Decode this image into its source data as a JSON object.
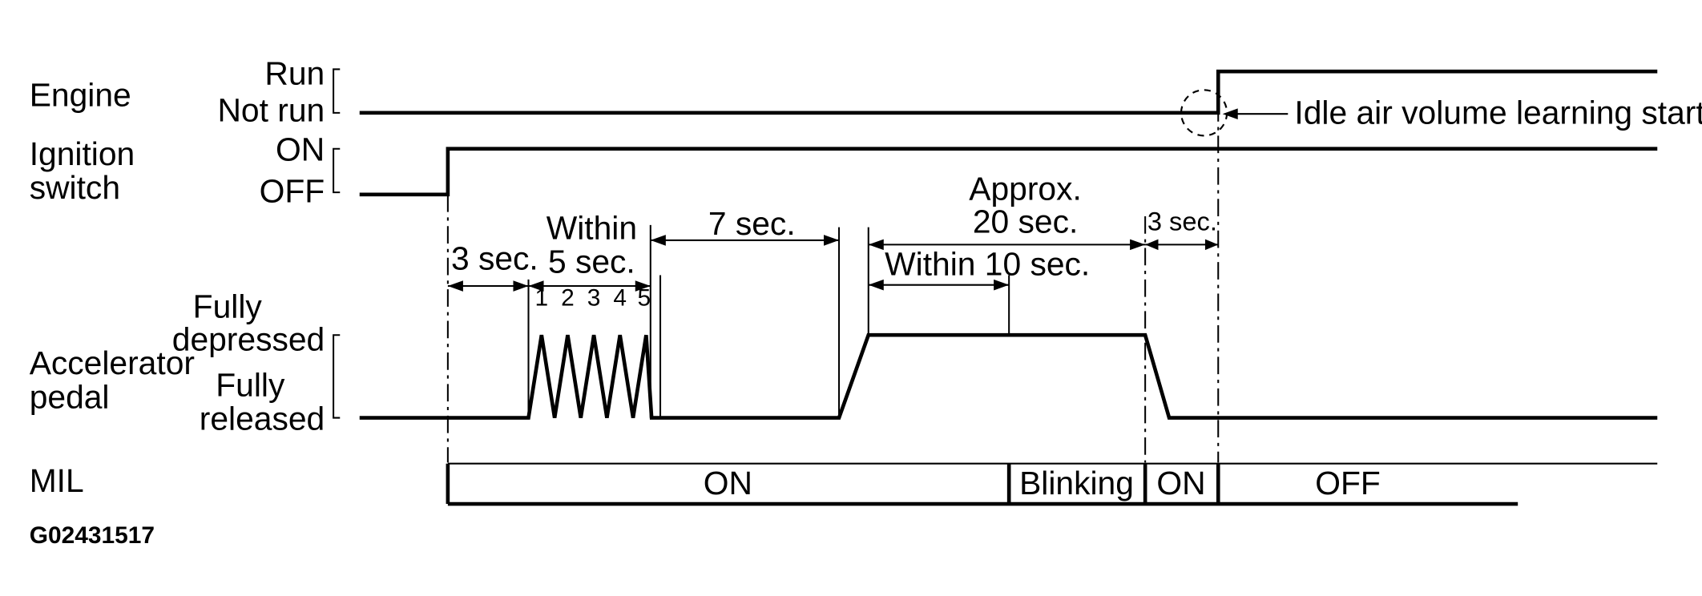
{
  "signals": {
    "engine": {
      "label": "Engine",
      "high": "Run",
      "low": "Not run"
    },
    "ignition": {
      "label_line1": "Ignition",
      "label_line2": "switch",
      "high": "ON",
      "low": "OFF"
    },
    "pedal": {
      "label_line1": "Accelerator",
      "label_line2": "pedal",
      "high_line1": "Fully",
      "high_line2": "depressed",
      "low_line1": "Fully",
      "low_line2": "released"
    },
    "mil": {
      "label": "MIL"
    }
  },
  "timing": {
    "t1": "3 sec.",
    "t2_line1": "Within",
    "t2_line2": "5 sec.",
    "t3": "7 sec.",
    "t4_line1": "Approx.",
    "t4_line2": "20 sec.",
    "t5": "Within 10 sec.",
    "t6": "3 sec."
  },
  "pulse_numbers": [
    "1",
    "2",
    "3",
    "4",
    "5"
  ],
  "mil_states": [
    "ON",
    "Blinking",
    "ON",
    "OFF"
  ],
  "annotation": "Idle air volume learning starts",
  "figure_code": "G02431517"
}
